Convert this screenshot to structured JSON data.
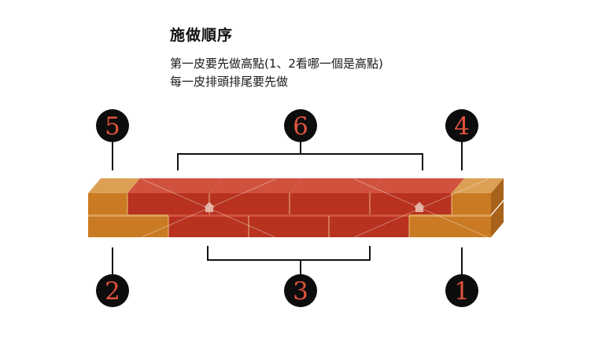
{
  "title": "施做順序",
  "description": [
    "第一皮要先做高點(1、2看哪一個是高點)",
    "每一皮排頭排尾要先做"
  ],
  "steps": [
    {
      "id": "1",
      "label": "1"
    },
    {
      "id": "2",
      "label": "2"
    },
    {
      "id": "3",
      "label": "3"
    },
    {
      "id": "4",
      "label": "4"
    },
    {
      "id": "5",
      "label": "5"
    },
    {
      "id": "6",
      "label": "6"
    }
  ],
  "colors": {
    "badge_bg": "#0d0d0d",
    "badge_text": "#e0533c",
    "brick_red": "#b8321f",
    "brick_orange": "#c97a22",
    "line": "#111111"
  }
}
